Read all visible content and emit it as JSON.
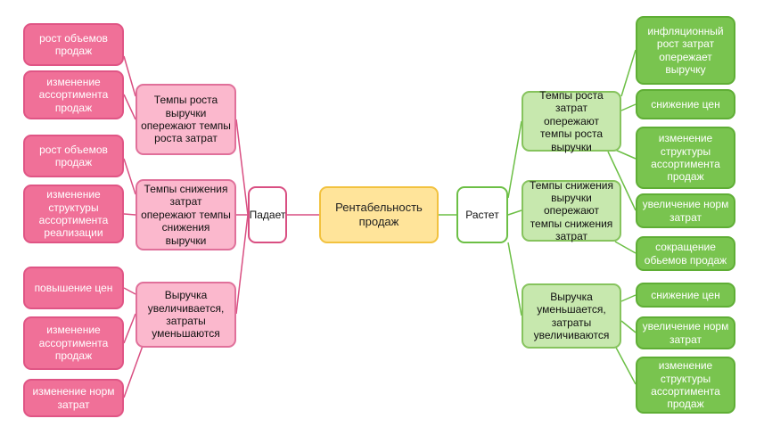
{
  "center": "Рентабельность продаж",
  "fall": {
    "label": "Падает",
    "groups": [
      {
        "label": "Темпы роста выручки опережают темпы роста затрат",
        "items": [
          "рост объемов продаж",
          "изменение ассортимента продаж"
        ]
      },
      {
        "label": "Темпы снижения затрат опережают темпы снижения выручки",
        "items": [
          "рост объемов продаж",
          "изменение структуры ассортимента реализации"
        ]
      },
      {
        "label": "Выручка увеличивается, затраты уменьшаются",
        "items": [
          "повышение цен",
          "изменение ассортимента продаж",
          "изменение норм затрат"
        ]
      }
    ]
  },
  "rise": {
    "label": "Растет",
    "groups": [
      {
        "label": "Темпы роста затрат опережают темпы роста выручки",
        "items": [
          "инфляционный рост затрат опережает выручку",
          "снижение цен",
          "изменение структуры ассортимента продаж",
          "увеличение норм затрат"
        ]
      },
      {
        "label": "Темпы снижения выручки опережают темпы снижения затрат",
        "items": [
          "сокращение обьемов продаж"
        ]
      },
      {
        "label": "Выручка уменьшается, затраты увеличиваются",
        "items": [
          "снижение цен",
          "увеличение норм затрат",
          "изменение структуры ассортимента продаж"
        ]
      }
    ]
  },
  "colors": {
    "pink_line": "#d94f82",
    "green_line": "#6cbf45"
  }
}
